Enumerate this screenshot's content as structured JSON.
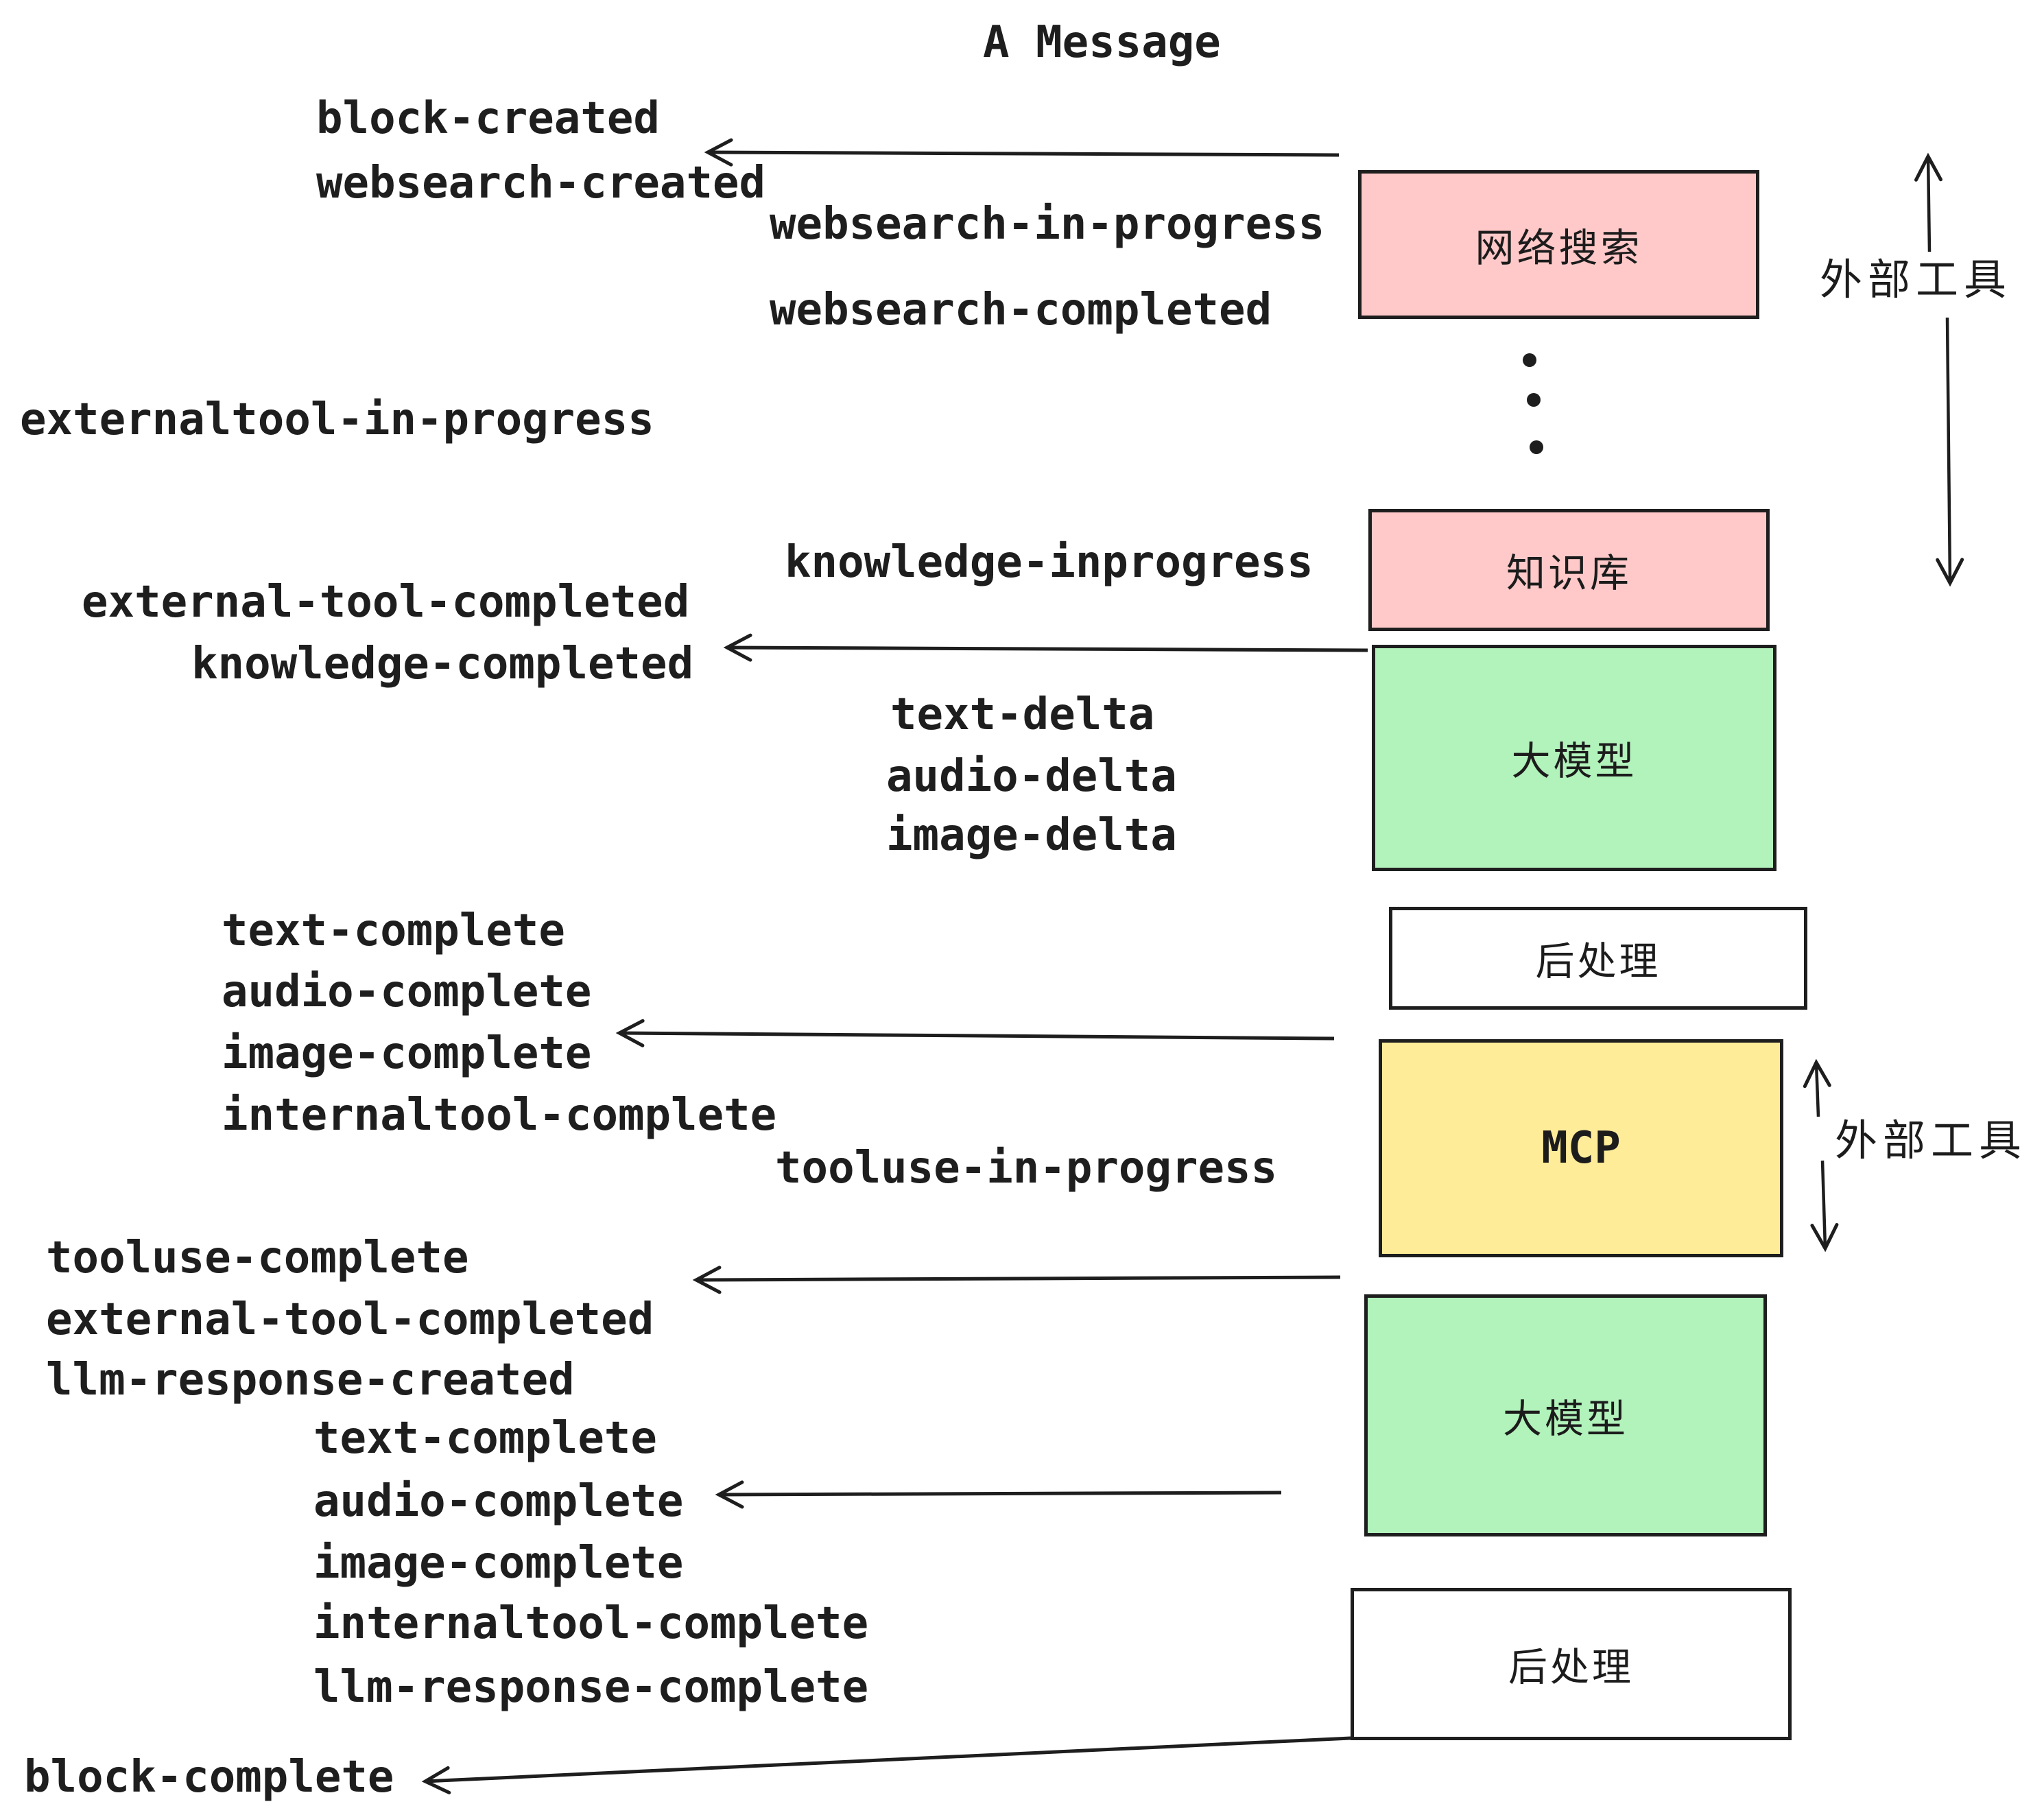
{
  "title": "A Message",
  "events": [
    "block-created",
    "websearch-created",
    "websearch-in-progress",
    "websearch-completed",
    "externaltool-in-progress",
    "knowledge-inprogress",
    "external-tool-completed",
    "knowledge-completed",
    "text-delta",
    "audio-delta",
    "image-delta",
    "text-complete",
    "audio-complete",
    "image-complete",
    "internaltool-complete",
    "tooluse-in-progress",
    "tooluse-complete",
    "external-tool-completed",
    "llm-response-created",
    "text-complete",
    "audio-complete",
    "image-complete",
    "internaltool-complete",
    "llm-response-complete",
    "block-complete"
  ],
  "boxes": [
    {
      "label": "网络搜索",
      "fill": "pink"
    },
    {
      "label": "知识库",
      "fill": "pink"
    },
    {
      "label": "大模型",
      "fill": "green"
    },
    {
      "label": "后处理",
      "fill": "white"
    },
    {
      "label": "MCP",
      "fill": "yellow"
    },
    {
      "label": "大模型",
      "fill": "green"
    },
    {
      "label": "后处理",
      "fill": "white"
    }
  ],
  "side_labels": [
    "外部工具",
    "外部工具"
  ],
  "colors": {
    "pink": "#ffc9c9",
    "green": "#b2f2bb",
    "yellow": "#ffec99",
    "white": "#ffffff",
    "ink": "#1e1e1e"
  }
}
